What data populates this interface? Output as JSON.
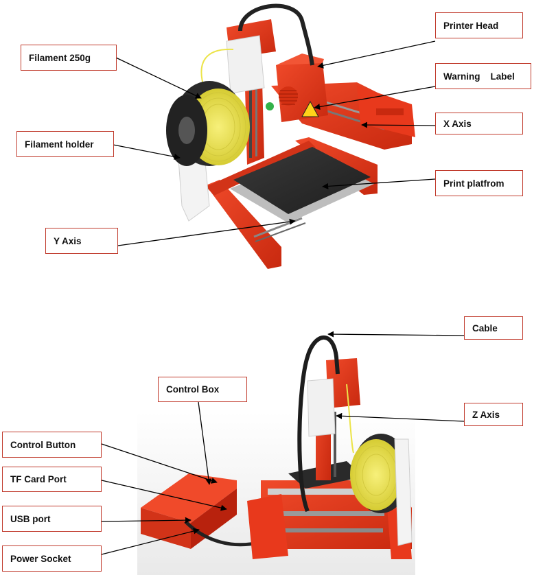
{
  "colors": {
    "printer_body": "#e8391c",
    "printer_dark": "#b8220d",
    "filament": "#eee64a",
    "filament_dark": "#c9c02c",
    "bed": "#2e2e2e",
    "frame_white": "#f2f2f2",
    "label_border": "#c0392b",
    "leader_line": "#000000"
  },
  "labels": {
    "filament": "Filament 250g",
    "filament_holder": "Filament holder",
    "y_axis": "Y Axis",
    "printer_head": "Printer Head",
    "warning_label": "Warning    Label",
    "x_axis": "X Axis",
    "print_platform": "Print platfrom",
    "cable": "Cable",
    "z_axis": "Z Axis",
    "control_box": "Control Box",
    "control_button": "Control Button",
    "tf_card_port": "TF Card Port",
    "usb_port": "USB port",
    "power_socket": "Power Socket"
  }
}
